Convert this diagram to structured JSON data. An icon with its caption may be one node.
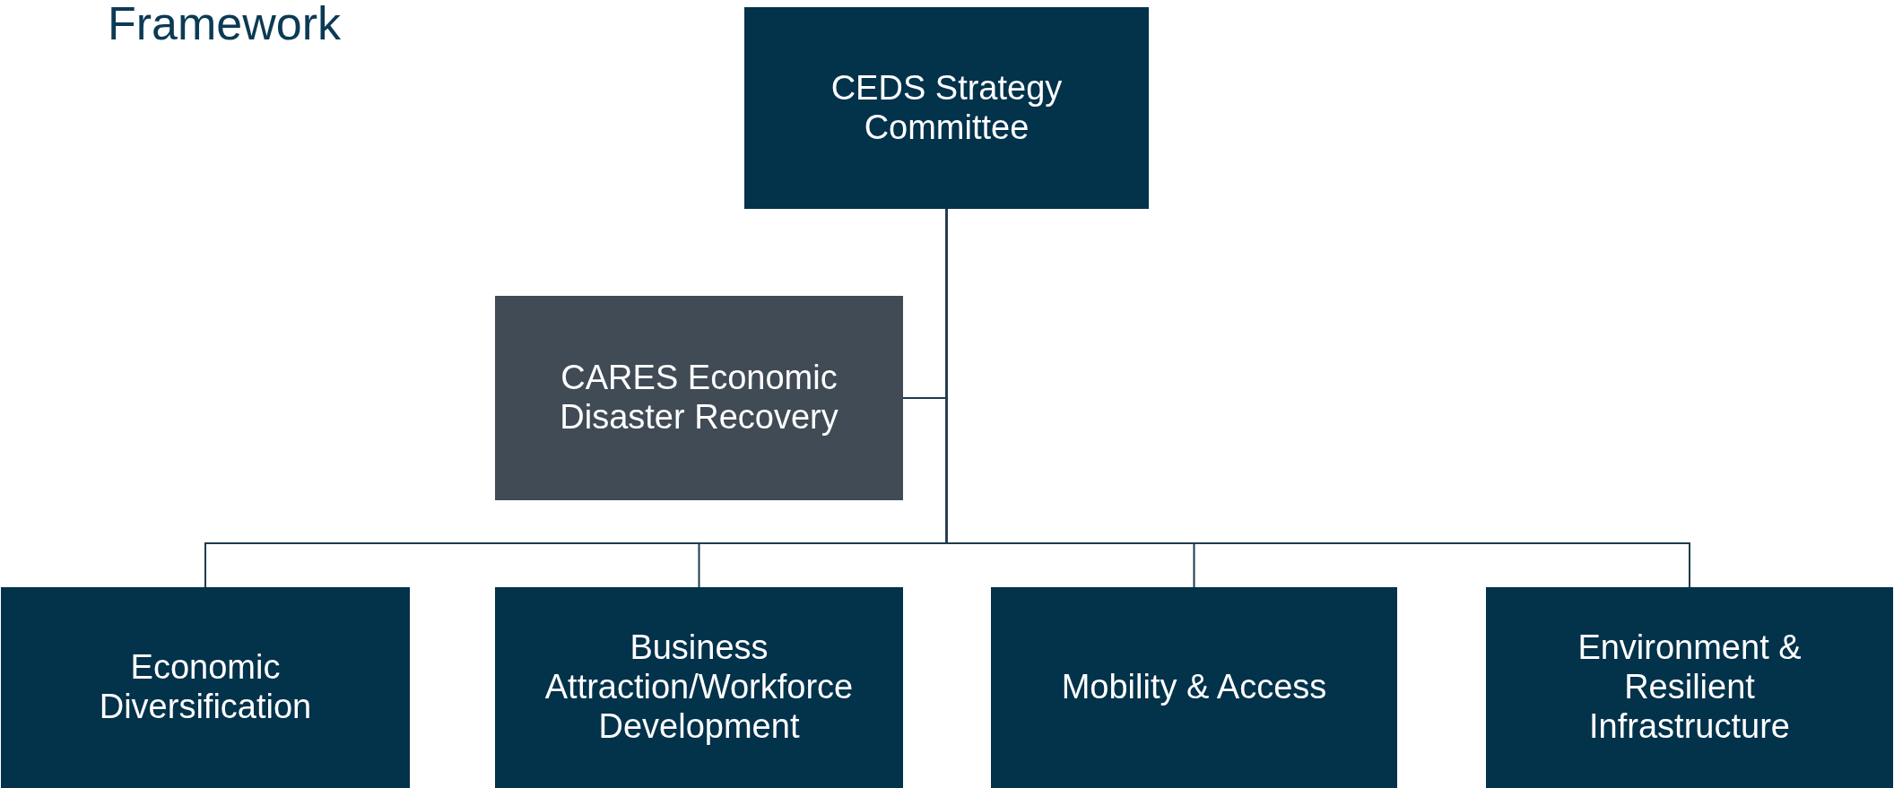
{
  "diagram": {
    "title": "Framework",
    "nodes": [
      {
        "text": [
          "CEDS Strategy Committee"
        ]
      },
      {
        "text": [
          "CARES Economic Disaster Recovery"
        ]
      },
      {
        "text": [
          "Economic Diversification"
        ]
      },
      {
        "text": [
          "Business Attraction/Workforce Development"
        ]
      },
      {
        "text": [
          "Mobility & Access"
        ]
      },
      {
        "text": [
          "Environment & Resilient Infrastructure"
        ]
      }
    ],
    "edges": [
      {
        "from": 0,
        "to": 1,
        "arrow": "none"
      },
      {
        "from": 0,
        "to": 2,
        "arrow": "none"
      },
      {
        "from": 0,
        "to": 3,
        "arrow": "none"
      },
      {
        "from": 0,
        "to": 4,
        "arrow": "none"
      },
      {
        "from": 0,
        "to": 5,
        "arrow": "none"
      }
    ]
  }
}
